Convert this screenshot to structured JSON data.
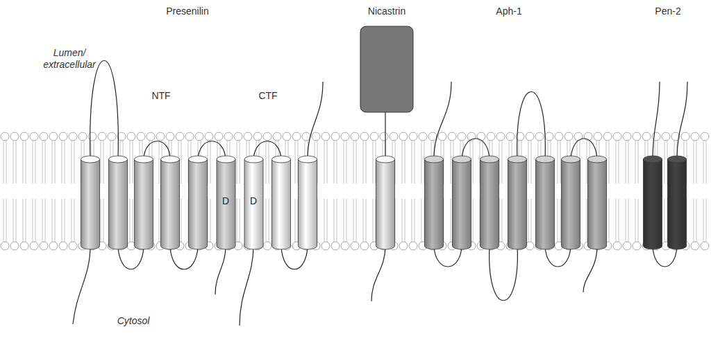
{
  "diagram": {
    "nodes": [
      {
        "text": [
          "D"
        ]
      },
      {
        "text": [
          "D"
        ]
      }
    ],
    "labels": [
      "Presenilin",
      "Nicastrin",
      "Aph-1",
      "Pen-2",
      "Lumen/ extracellular",
      "NTF",
      "CTF",
      "Cytosol"
    ]
  }
}
